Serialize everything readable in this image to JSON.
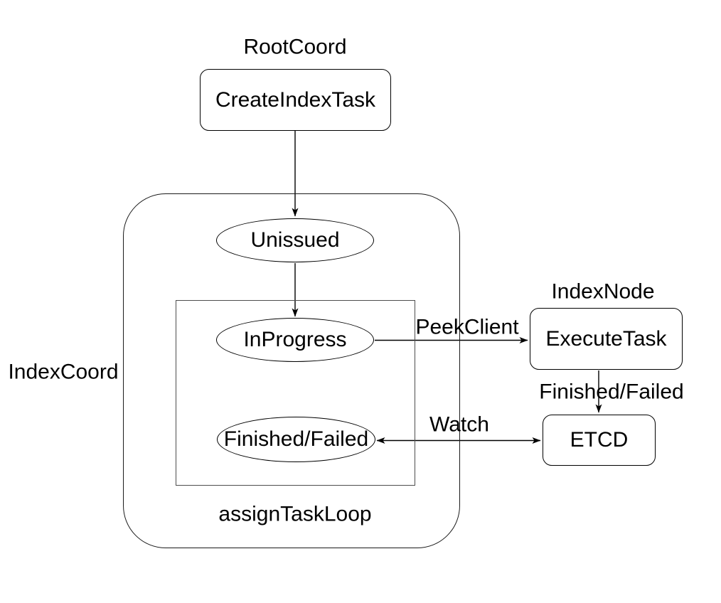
{
  "diagram": {
    "background_color": "#ffffff",
    "shape_stroke_color": "#000000",
    "container_stroke_color": "#4d4d4d",
    "fill_color": "#ffffff",
    "group_labels": {
      "root_coord": "RootCoord",
      "index_coord": "IndexCoord",
      "index_node": "IndexNode",
      "assign_task_loop": "assignTaskLoop"
    },
    "nodes": {
      "create_index_task": "CreateIndexTask",
      "unissued": "Unissued",
      "in_progress": "InProgress",
      "finished_failed": "Finished/Failed",
      "execute_task": "ExecuteTask",
      "etcd": "ETCD"
    },
    "edge_labels": {
      "peek_client": "PeekClient",
      "watch": "Watch",
      "finished_failed": "Finished/Failed"
    }
  }
}
